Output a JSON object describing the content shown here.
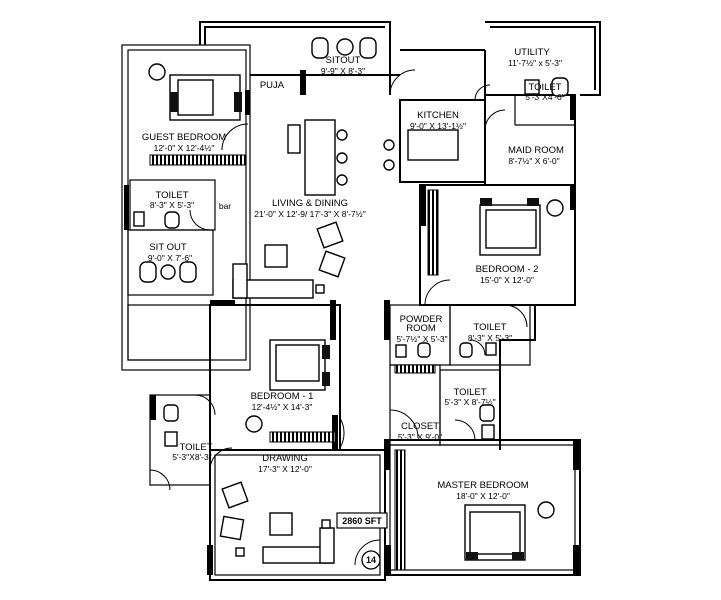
{
  "rooms": {
    "utility": {
      "name": "UTILITY",
      "dims": "11'-7½\" x 5'-3\""
    },
    "sitout_top": {
      "name": "SITOUT",
      "dims": "9'-9\" X 8'-3\""
    },
    "puja": {
      "name": "PUJA"
    },
    "guest_bedroom": {
      "name": "GUEST BEDROOM",
      "dims": "12'-0\" X 12'-4½\""
    },
    "kitchen": {
      "name": "KITCHEN",
      "dims": "9'-0\" X 13'-1½\""
    },
    "toilet_maid": {
      "name": "TOILET",
      "dims": "5'-3\"X4'-6\""
    },
    "maid_room": {
      "name": "MAID ROOM",
      "dims": "8'-7½\" X 6'-0\""
    },
    "toilet_guest": {
      "name": "TOILET",
      "dims": "8'-3\" X 5'-3\""
    },
    "living_dining": {
      "name": "LIVING & DINING",
      "dims": "21'-0\" X 12'-9/ 17'-3\" X 8'-7½\""
    },
    "bar": {
      "name": "bar"
    },
    "sitout_left": {
      "name": "SIT OUT",
      "dims": "9'-0\" X 7'-6\""
    },
    "bedroom_2": {
      "name": "BEDROOM - 2",
      "dims": "15'-0\" X 12'-0\""
    },
    "powder_room": {
      "name": "POWDER ROOM",
      "dims": "5'-7½\" X 5'-3\""
    },
    "toilet_bed2": {
      "name": "TOILET",
      "dims": "8'-3\" X 5'-3\""
    },
    "bedroom_1": {
      "name": "BEDROOM - 1",
      "dims": "12'-4½\" X 14'-3\""
    },
    "toilet_master": {
      "name": "TOILET",
      "dims": "5'-3\" X 8'-7½\""
    },
    "closet": {
      "name": "CLOSET",
      "dims": "5'-3\" X 9'-0\""
    },
    "toilet_bed1": {
      "name": "TOILET",
      "dims": "5'-3\"X8'-3\""
    },
    "drawing": {
      "name": "DRAWING",
      "dims": "17'-3\" X 12'-0\""
    },
    "master_bedroom": {
      "name": "MASTER BEDROOM",
      "dims": "18'-0\" X 12'-0\""
    }
  },
  "area_label": "2860 SFT",
  "unit_number": "14"
}
